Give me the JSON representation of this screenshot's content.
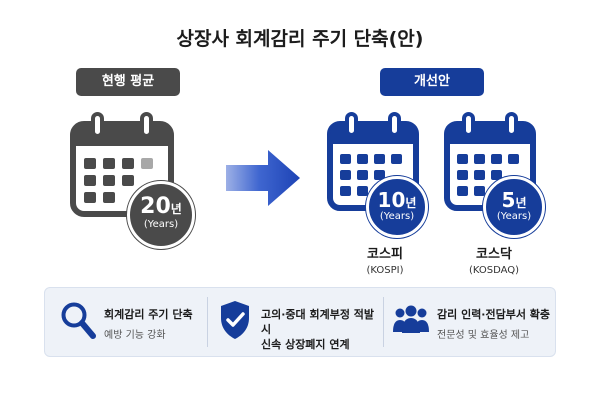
{
  "title": "상장사 회계감리 주기 단축(안)",
  "current": {
    "label": "현행 평균",
    "years_num": "20",
    "years_unit": "년",
    "years_en": "(Years)"
  },
  "proposal": {
    "label": "개선안",
    "markets": [
      {
        "years_num": "10",
        "years_unit": "년",
        "years_en": "(Years)",
        "name_ko": "코스피",
        "name_en": "(KOSPI)"
      },
      {
        "years_num": "5",
        "years_unit": "년",
        "years_en": "(Years)",
        "name_ko": "코스닥",
        "name_en": "(KOSDAQ)"
      }
    ]
  },
  "features": [
    {
      "icon": "magnifier-icon",
      "title": "회계감리 주기 단축",
      "subtitle": "예방 기능 강화"
    },
    {
      "icon": "shield-check-icon",
      "title_line1": "고의·중대 회계부정 적발 시",
      "title_line2": "신속 상장폐지 연계"
    },
    {
      "icon": "people-icon",
      "title": "감리 인력·전담부서 확충",
      "subtitle": "전문성 및 효율성 제고"
    }
  ],
  "colors": {
    "current_gray": "#4a4a4a",
    "proposal_blue": "#163d9a",
    "arrow_blue": "#1d43b5",
    "panel_bg": "#eef2f8"
  }
}
